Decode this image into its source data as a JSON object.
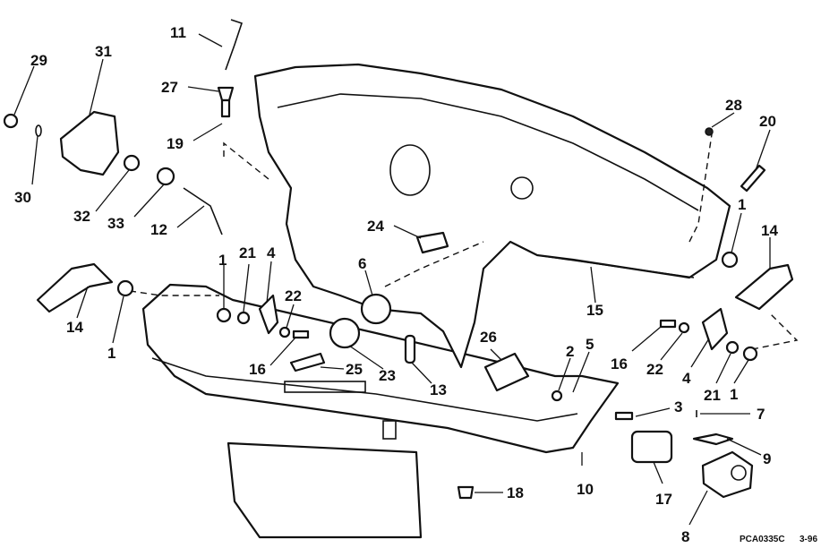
{
  "diagram": {
    "figure_code": "PCA0335C",
    "date_code": "3-96",
    "part_callouts": [
      "29",
      "31",
      "30",
      "11",
      "27",
      "19",
      "32",
      "33",
      "12",
      "24",
      "28",
      "20",
      "1",
      "14",
      "6",
      "21",
      "4",
      "1",
      "22",
      "14",
      "1",
      "16",
      "25",
      "23",
      "13",
      "26",
      "15",
      "2",
      "5",
      "16",
      "22",
      "4",
      "21",
      "1",
      "3",
      "7",
      "9",
      "10",
      "17",
      "18",
      "8"
    ]
  }
}
